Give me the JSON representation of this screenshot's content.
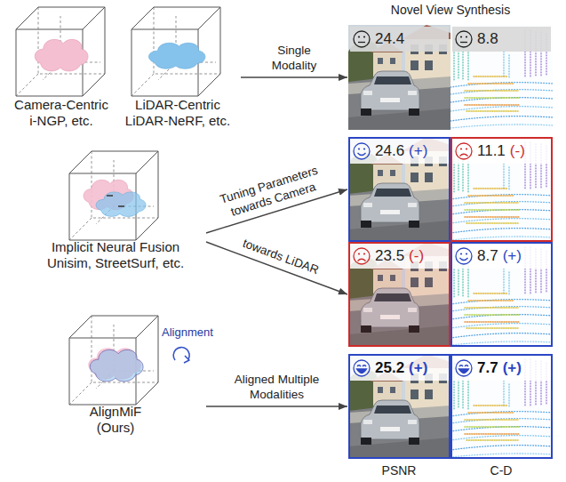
{
  "diagram": {
    "nodes": [
      {
        "text": [
          "Camera-Centric",
          "i-NGP, etc."
        ]
      },
      {
        "text": [
          "LiDAR-Centric",
          "LiDAR-NeRF, etc."
        ]
      },
      {
        "text": [
          "Implicit Neural Fusion",
          "Unisim, StreetSurf, etc."
        ]
      },
      {
        "text": [
          "AlignMiF",
          "(Ours)"
        ]
      },
      {
        "text": [
          "24.4"
        ]
      },
      {
        "text": [
          "8.8"
        ]
      },
      {
        "text": [
          "24.6",
          "(+)"
        ]
      },
      {
        "text": [
          "11.1",
          "(-)"
        ]
      },
      {
        "text": [
          "23.5",
          "(-)"
        ]
      },
      {
        "text": [
          "8.7",
          "(+)"
        ]
      },
      {
        "text": [
          "25.2",
          "(+)"
        ]
      },
      {
        "text": [
          "7.7",
          "(+)"
        ]
      }
    ],
    "edges": [
      {
        "from": 1,
        "to": 4,
        "arrow": "to",
        "label": "Single Modality"
      },
      {
        "from": 2,
        "to": 6,
        "arrow": "to",
        "label": "Tuning Parameters towards Camera"
      },
      {
        "from": 2,
        "to": 8,
        "arrow": "to",
        "label": "towards LiDAR"
      },
      {
        "from": 3,
        "to": 10,
        "arrow": "to",
        "label": "Aligned Multiple Modalities"
      }
    ],
    "labels": [
      "Novel View Synthesis",
      "Alignment",
      "PSNR",
      "C-D"
    ]
  }
}
